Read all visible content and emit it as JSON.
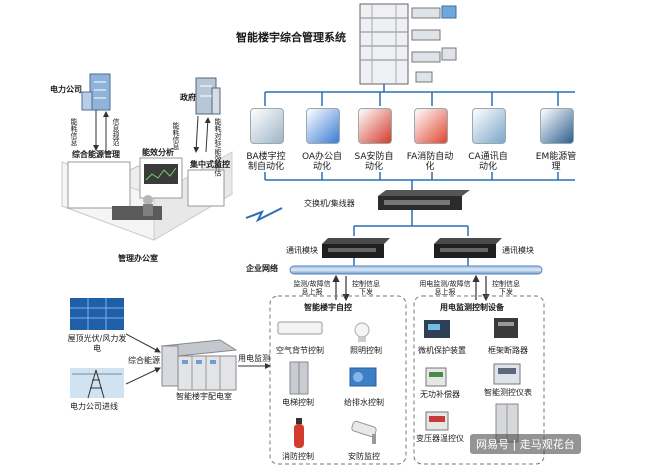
{
  "title": "智能楼宇综合管理系统",
  "power_company": "电力公司",
  "government": "政府",
  "left_vlabels": [
    "能耗信息",
    "信息规范",
    "能耗信息",
    "能耗对标/能效评估"
  ],
  "room": {
    "label": "管理办公室",
    "board_energy": "综合能源管理",
    "board_analysis": "能效分析",
    "board_monitor": "集中式监控"
  },
  "subsystems": [
    {
      "label": "BA楼宇控制自动化",
      "icon": "building-control-icon",
      "color": "#9fb4c8"
    },
    {
      "label": "OA办公自动化",
      "icon": "office-automation-icon",
      "color": "#3a7bd5"
    },
    {
      "label": "SA安防自动化",
      "icon": "security-icon",
      "color": "#d33b2c"
    },
    {
      "label": "FA消防自动化",
      "icon": "fire-icon",
      "color": "#e0462f"
    },
    {
      "label": "CA通讯自动化",
      "icon": "communication-icon",
      "color": "#7aa6c8"
    },
    {
      "label": "EM能源管理",
      "icon": "energy-meter-icon",
      "color": "#2d5f8f"
    }
  ],
  "switch_label": "交换机/集线器",
  "comm_module_left": "通讯模块",
  "comm_module_right": "通讯模块",
  "network_label": "企业网络",
  "arrow_labels": {
    "left_up": "监测/故障信息上报",
    "left_down": "控制信息下发",
    "right_up": "用电监测/故障信息上报",
    "right_down": "控制信息下发"
  },
  "building_auto": {
    "title": "智能楼宇自控",
    "items": [
      "空气背节控制",
      "照明控制",
      "电梯控制",
      "给排水控制",
      "消防控制",
      "安防监控"
    ]
  },
  "power_monitor": {
    "title": "用电监测控制设备",
    "items": [
      "微机保护装置",
      "框架断路器",
      "无功补偿器",
      "智能测控仪表",
      "变压器温控仪"
    ]
  },
  "solar": "屋顶光伏/风力发电",
  "grid": "电力公司进线",
  "combined_supply": "综合能源",
  "distribution_room": "智能楼宇配电室",
  "power_monitoring": "用电监测",
  "watermark": "网易号 | 走马观花台",
  "colors": {
    "line": "#2a6fb6",
    "dash": "#777777",
    "cabinet": "#d8dadf"
  }
}
